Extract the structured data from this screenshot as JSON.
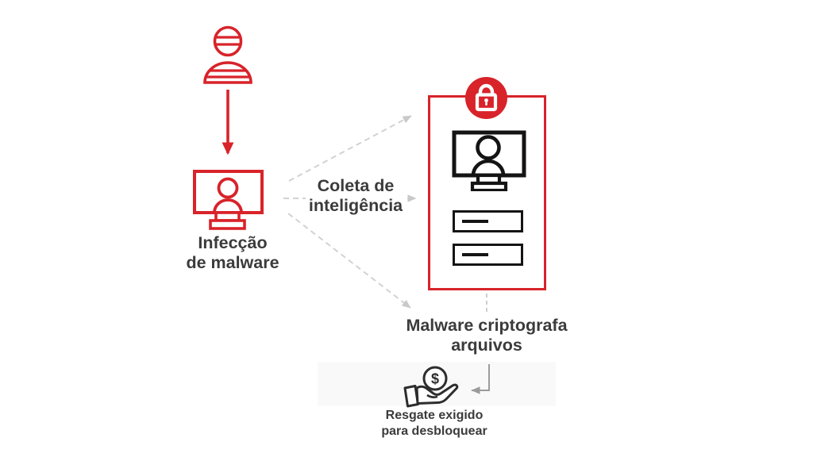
{
  "labels": {
    "infection": "Infecção\nde malware",
    "intelligence": "Coleta de\ninteligência",
    "encryption": "Malware criptografa\narquivos",
    "ransom": "Resgate exigido\npara desbloquear"
  },
  "coin": {
    "symbol": "$"
  },
  "icons": {
    "attacker": "masked-person-icon",
    "infected_computer": "monitor-with-user-icon",
    "locked_system": "padlock-badge-icon",
    "encrypted_files": "file-row-icons",
    "ransom_payment": "hand-holding-dollar-coin-icon"
  },
  "colors": {
    "accent_red": "#d8232a",
    "text_dark": "#3b3b3b",
    "icon_black": "#141414",
    "dashed_arrow_gray": "#cfcfcf",
    "elbow_arrow_gray": "#9b9b9b",
    "panel_bg": "#f9f9f9"
  }
}
